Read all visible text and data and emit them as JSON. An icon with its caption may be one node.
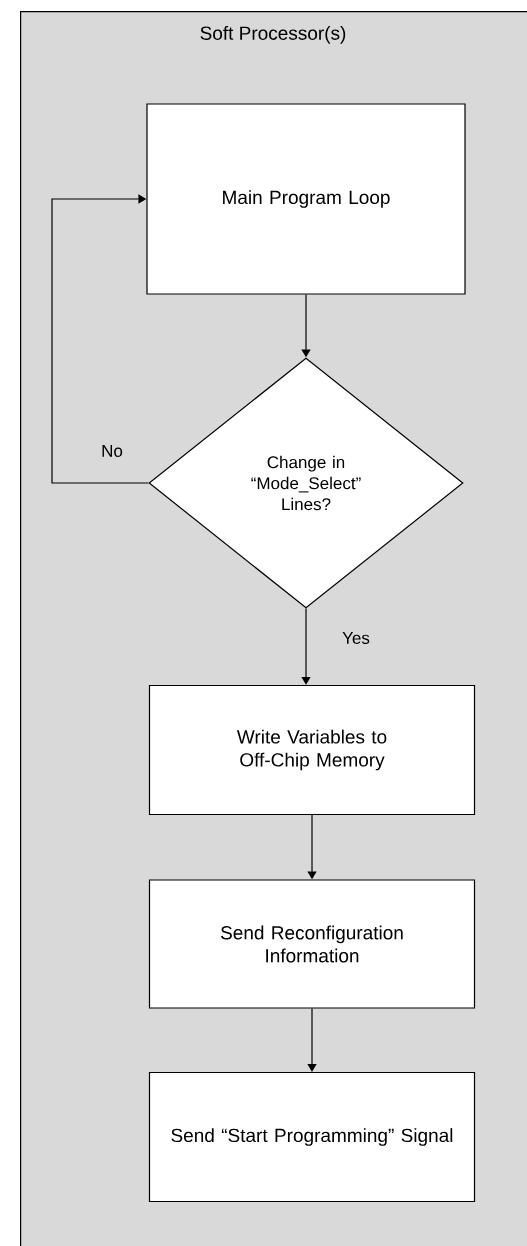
{
  "diagram": {
    "nodes": [
      {
        "text": [
          "Soft Processor(s)"
        ]
      },
      {
        "text": [
          "Main Program Loop"
        ],
        "in": 0
      },
      {
        "text": [
          "Change in “Mode_Select” Lines?"
        ],
        "in": 0
      },
      {
        "text": [
          "Write Variables to Off-Chip Memory"
        ],
        "in": 0
      },
      {
        "text": [
          "Send Reconfiguration Information"
        ],
        "in": 0
      },
      {
        "text": [
          "Send “Start Programming” Signal"
        ],
        "in": 0
      }
    ],
    "edges": [
      {
        "from": 1,
        "to": 2,
        "arrow": "to"
      },
      {
        "from": 2,
        "to": 1,
        "arrow": "to",
        "label": "No"
      },
      {
        "from": 2,
        "to": 3,
        "arrow": "to",
        "label": "Yes"
      },
      {
        "from": 3,
        "to": 4,
        "arrow": "to"
      },
      {
        "from": 4,
        "to": 5,
        "arrow": "to"
      }
    ]
  }
}
